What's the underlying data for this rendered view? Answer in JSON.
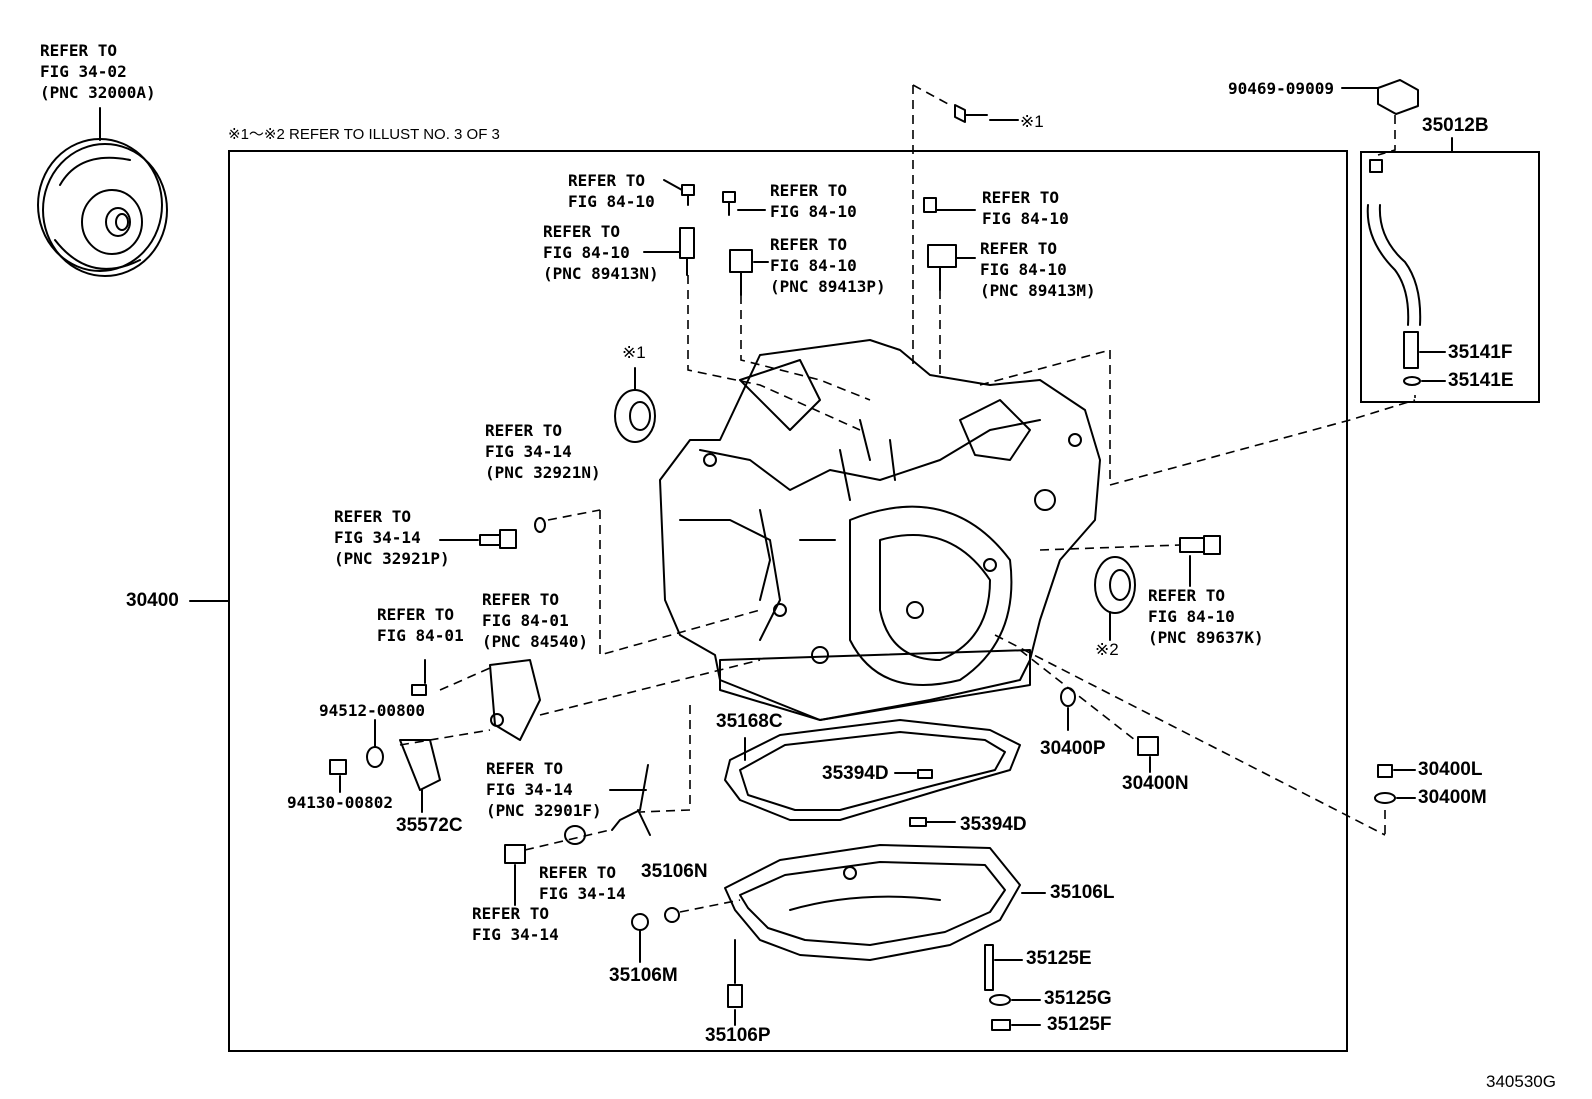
{
  "diagram": {
    "figure_number": "340530G",
    "header_note": "※1～※2 REFER TO ILLUST NO. 3 OF 3",
    "refs": {
      "torque_converter": [
        "REFER TO",
        "FIG 34-02",
        "(PNC 32000A)"
      ],
      "sensor_bolt_a": [
        "REFER TO",
        "FIG 84-10"
      ],
      "sensor_a": [
        "REFER TO",
        "FIG 84-10",
        "(PNC 89413N)"
      ],
      "sensor_bolt_b": [
        "REFER TO",
        "FIG 84-10"
      ],
      "sensor_b": [
        "REFER TO",
        "FIG 84-10",
        "(PNC 89413P)"
      ],
      "sensor_bolt_c": [
        "REFER TO",
        "FIG 84-10"
      ],
      "sensor_c": [
        "REFER TO",
        "FIG 84-10",
        "(PNC 89413M)"
      ],
      "oring_32921n": [
        "REFER TO",
        "FIG 34-14",
        "(PNC 32921N)"
      ],
      "plug_32921p": [
        "REFER TO",
        "FIG 34-14",
        "(PNC 32921P)"
      ],
      "switch_84540": [
        "REFER TO",
        "FIG 84-01",
        "(PNC 84540)"
      ],
      "bolt_84_01": [
        "REFER TO",
        "FIG 84-01"
      ],
      "tube_32901f": [
        "REFER TO",
        "FIG 34-14",
        "(PNC 32901F)"
      ],
      "oring_34_14": [
        "REFER TO",
        "FIG 34-14"
      ],
      "plug_34_14": [
        "REFER TO",
        "FIG 34-14"
      ],
      "sensor_89637k": [
        "REFER TO",
        "FIG 84-10",
        "(PNC 89637K)"
      ]
    },
    "marks": {
      "m1_bolt": "※1",
      "m1_seal": "※1",
      "m2_seal": "※2"
    },
    "part_numbers": {
      "p90469": "90469-09009",
      "p35012b": "35012B",
      "p35141f": "35141F",
      "p35141e": "35141E",
      "p30400": "30400",
      "p94512": "94512-00800",
      "p94130": "94130-00802",
      "p35572c": "35572C",
      "p35168c": "35168C",
      "p35394d_a": "35394D",
      "p35394d_b": "35394D",
      "p30400p": "30400P",
      "p30400n": "30400N",
      "p30400l": "30400L",
      "p30400m": "30400M",
      "p35106n": "35106N",
      "p35106l": "35106L",
      "p35106m": "35106M",
      "p35106p": "35106P",
      "p35125e": "35125E",
      "p35125g": "35125G",
      "p35125f": "35125F"
    }
  }
}
